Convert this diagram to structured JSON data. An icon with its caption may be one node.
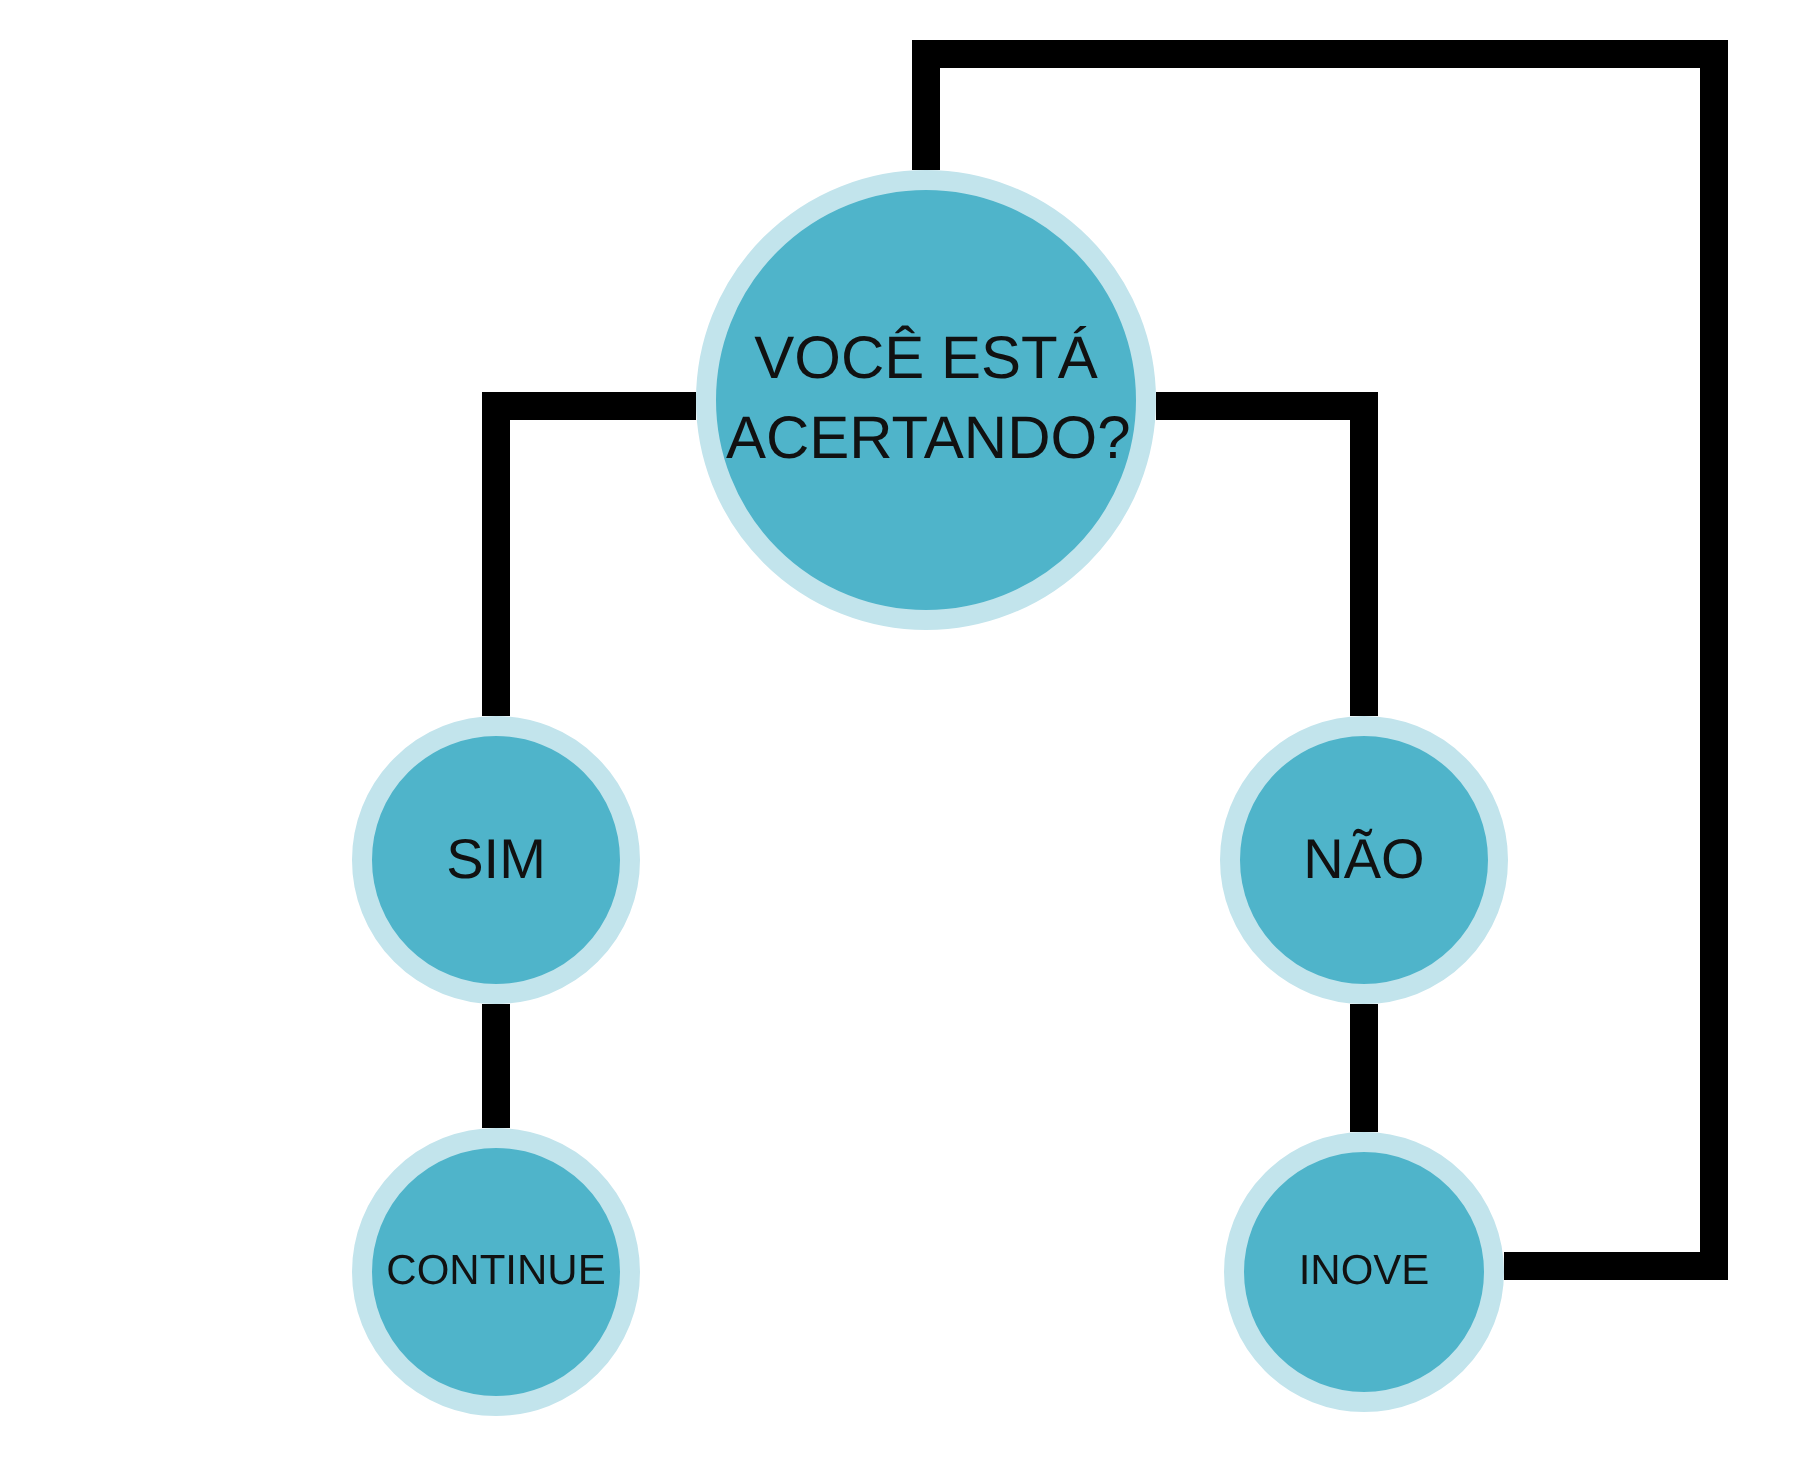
{
  "diagram": {
    "nodes": [
      {
        "text": [
          "VOCÊ ESTÁ ACERTANDO?"
        ]
      },
      {
        "text": [
          "SIM"
        ]
      },
      {
        "text": [
          "NÃO"
        ]
      },
      {
        "text": [
          "CONTINUE"
        ]
      },
      {
        "text": [
          "INOVE"
        ]
      }
    ],
    "edges": [
      {
        "from": 0,
        "to": 1,
        "arrow": "none"
      },
      {
        "from": 0,
        "to": 2,
        "arrow": "none"
      },
      {
        "from": 1,
        "to": 3,
        "arrow": "none"
      },
      {
        "from": 2,
        "to": 4,
        "arrow": "none"
      },
      {
        "from": 4,
        "to": 0,
        "arrow": "none"
      }
    ]
  }
}
